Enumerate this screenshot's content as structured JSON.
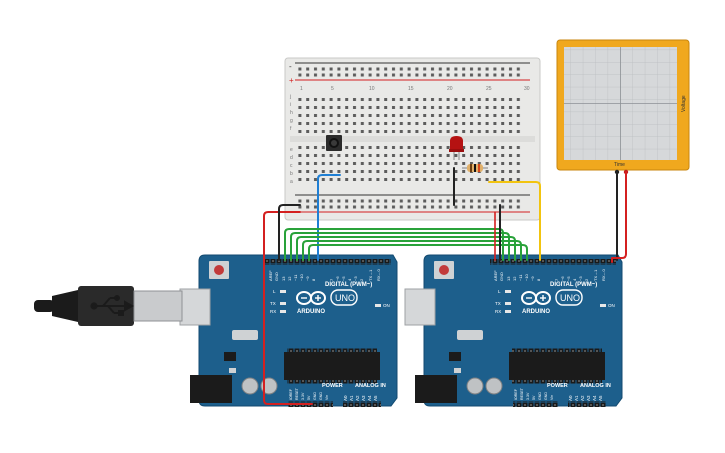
{
  "colors": {
    "board": "#1d5f8c",
    "board_dark": "#134a70",
    "breadboard": "#e8e8e6",
    "scope_frame": "#f0a81e",
    "scope_screen": "#d6d8da",
    "wire_red": "#d42020",
    "wire_black": "#222222",
    "wire_green": "#29a23a",
    "wire_yellow": "#f2c40f",
    "wire_blue": "#1f7fd4"
  },
  "boards": [
    {
      "digital_label": "DIGITAL (PWM~)",
      "brand": "ARDUINO",
      "model": "UNO",
      "on_label": "ON",
      "power_label": "POWER",
      "analog_label": "ANALOG IN",
      "l_label": "L",
      "tx_label": "TX",
      "rx_label": "RX",
      "top_pins": [
        "AREF",
        "GND",
        "13",
        "12",
        "~11",
        "~10",
        "~9",
        "8",
        "7",
        "~6",
        "~5",
        "4",
        "~3",
        "2",
        "TX→1",
        "RX←0"
      ],
      "power_pins": [
        "IOREF",
        "RESET",
        "3.3V",
        "5V",
        "GND",
        "GND",
        "Vin"
      ],
      "analog_pins": [
        "A0",
        "A1",
        "A2",
        "A3",
        "A4",
        "A5"
      ]
    },
    {
      "digital_label": "DIGITAL (PWM~)",
      "brand": "ARDUINO",
      "model": "UNO",
      "on_label": "ON",
      "power_label": "POWER",
      "analog_label": "ANALOG IN",
      "l_label": "L",
      "tx_label": "TX",
      "rx_label": "RX",
      "top_pins": [
        "AREF",
        "GND",
        "13",
        "12",
        "~11",
        "~10",
        "~9",
        "8",
        "7",
        "~6",
        "~5",
        "4",
        "~3",
        "2",
        "TX→1",
        "RX←0"
      ],
      "power_pins": [
        "IOREF",
        "RESET",
        "3.3V",
        "5V",
        "GND",
        "GND",
        "Vin"
      ],
      "analog_pins": [
        "A0",
        "A1",
        "A2",
        "A3",
        "A4",
        "A5"
      ]
    }
  ],
  "breadboard": {
    "row_letters_top": [
      "j",
      "i",
      "h",
      "g",
      "f"
    ],
    "row_letters_bottom": [
      "e",
      "d",
      "c",
      "b",
      "a"
    ],
    "column_numbers": [
      "1",
      "5",
      "10",
      "15",
      "20",
      "25",
      "30"
    ],
    "rail_plus": "+",
    "rail_minus": "-"
  },
  "oscilloscope": {
    "x_label": "Time",
    "y_label": "Voltage"
  }
}
